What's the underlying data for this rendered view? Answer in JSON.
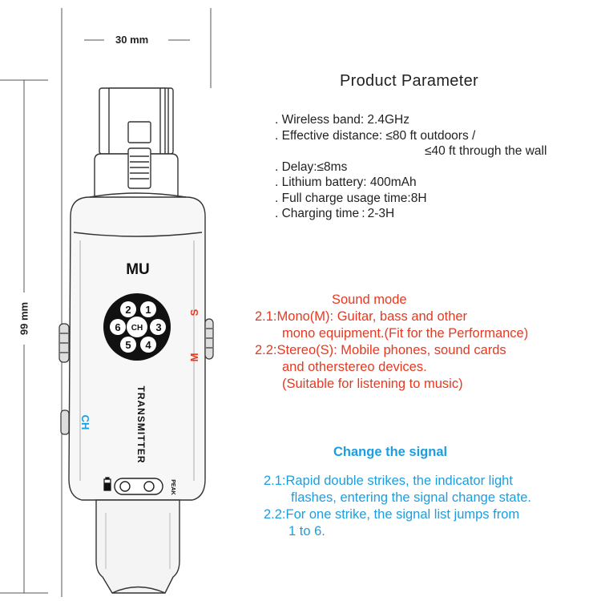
{
  "dimensions": {
    "width_label": "30 mm",
    "height_label": "99 mm"
  },
  "device": {
    "brand": "MU",
    "side_label_s": "S",
    "side_label_m": "M",
    "ch_label": "CH",
    "vertical_label": "TRANSMITTER",
    "peak_label": "PEAK",
    "dial_center": "CH",
    "dial_numbers": [
      "1",
      "2",
      "3",
      "4",
      "5",
      "6"
    ]
  },
  "product_parameter": {
    "title": "Product Parameter",
    "items": [
      ". Wireless band: 2.4GHz",
      ". Effective distance: ≤80 ft outdoors /",
      "≤40 ft through the wall",
      ". Delay:≤8ms",
      ". Lithium battery: 400mAh",
      ". Full charge usage time:8H",
      ". Charging time : 2-3H"
    ]
  },
  "sound_mode": {
    "title": "Sound mode",
    "lines": [
      "2.1:Mono(M): Guitar, bass and other",
      "mono equipment.(Fit for the Performance)",
      "2.2:Stereo(S): Mobile phones, sound cards",
      "and otherstereo devices.",
      "(Suitable for listening to music)"
    ]
  },
  "change_signal": {
    "title": "Change the signal",
    "lines": [
      "2.1:Rapid double strikes, the indicator light",
      "flashes, entering the signal change state.",
      "2.2:For one strike, the signal list jumps from",
      "1 to 6."
    ]
  },
  "colors": {
    "sound_mode": "#e8381f",
    "change_signal": "#1b9ee0",
    "text": "#222222"
  }
}
